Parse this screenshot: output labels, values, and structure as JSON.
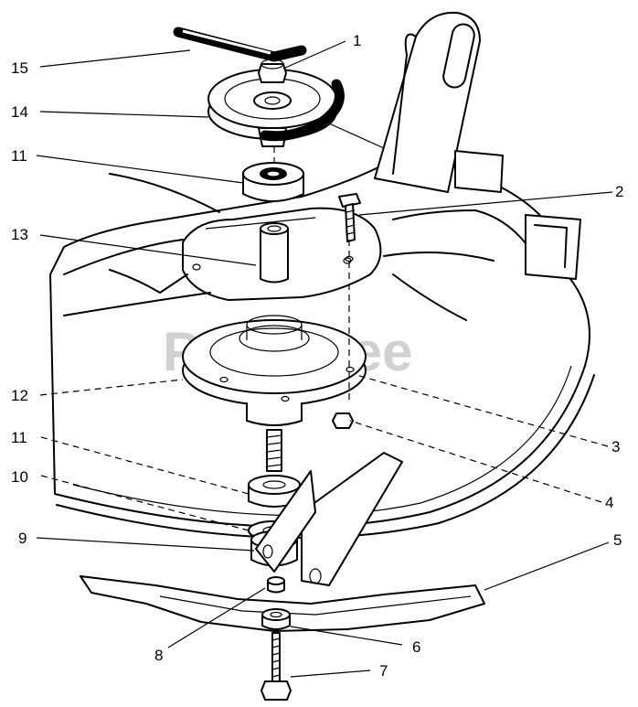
{
  "watermark": "PartsTree",
  "callouts": {
    "c1": "1",
    "c2": "2",
    "c3": "3",
    "c4": "4",
    "c5": "5",
    "c6": "6",
    "c7": "7",
    "c8": "8",
    "c9": "9",
    "c10": "10",
    "c11a": "11",
    "c11b": "11",
    "c12": "12",
    "c13": "13",
    "c14": "14",
    "c15": "15"
  }
}
